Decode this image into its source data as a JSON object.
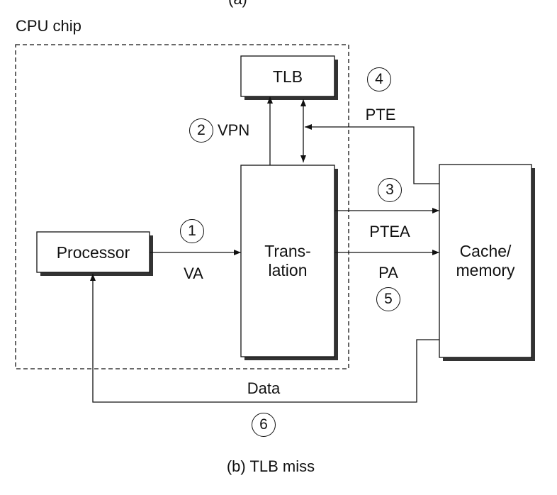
{
  "top_cut_text": "(a)",
  "cpu_chip_label": "CPU chip",
  "boxes": {
    "tlb": "TLB",
    "processor": "Processor",
    "translation": [
      "Trans-",
      "lation"
    ],
    "memory": [
      "Cache/",
      "memory"
    ]
  },
  "edges": {
    "va": "VA",
    "vpn": "VPN",
    "pte": "PTE",
    "ptea": "PTEA",
    "pa": "PA",
    "data": "Data"
  },
  "steps": [
    "1",
    "2",
    "3",
    "4",
    "5",
    "6"
  ],
  "caption": "(b) TLB miss"
}
